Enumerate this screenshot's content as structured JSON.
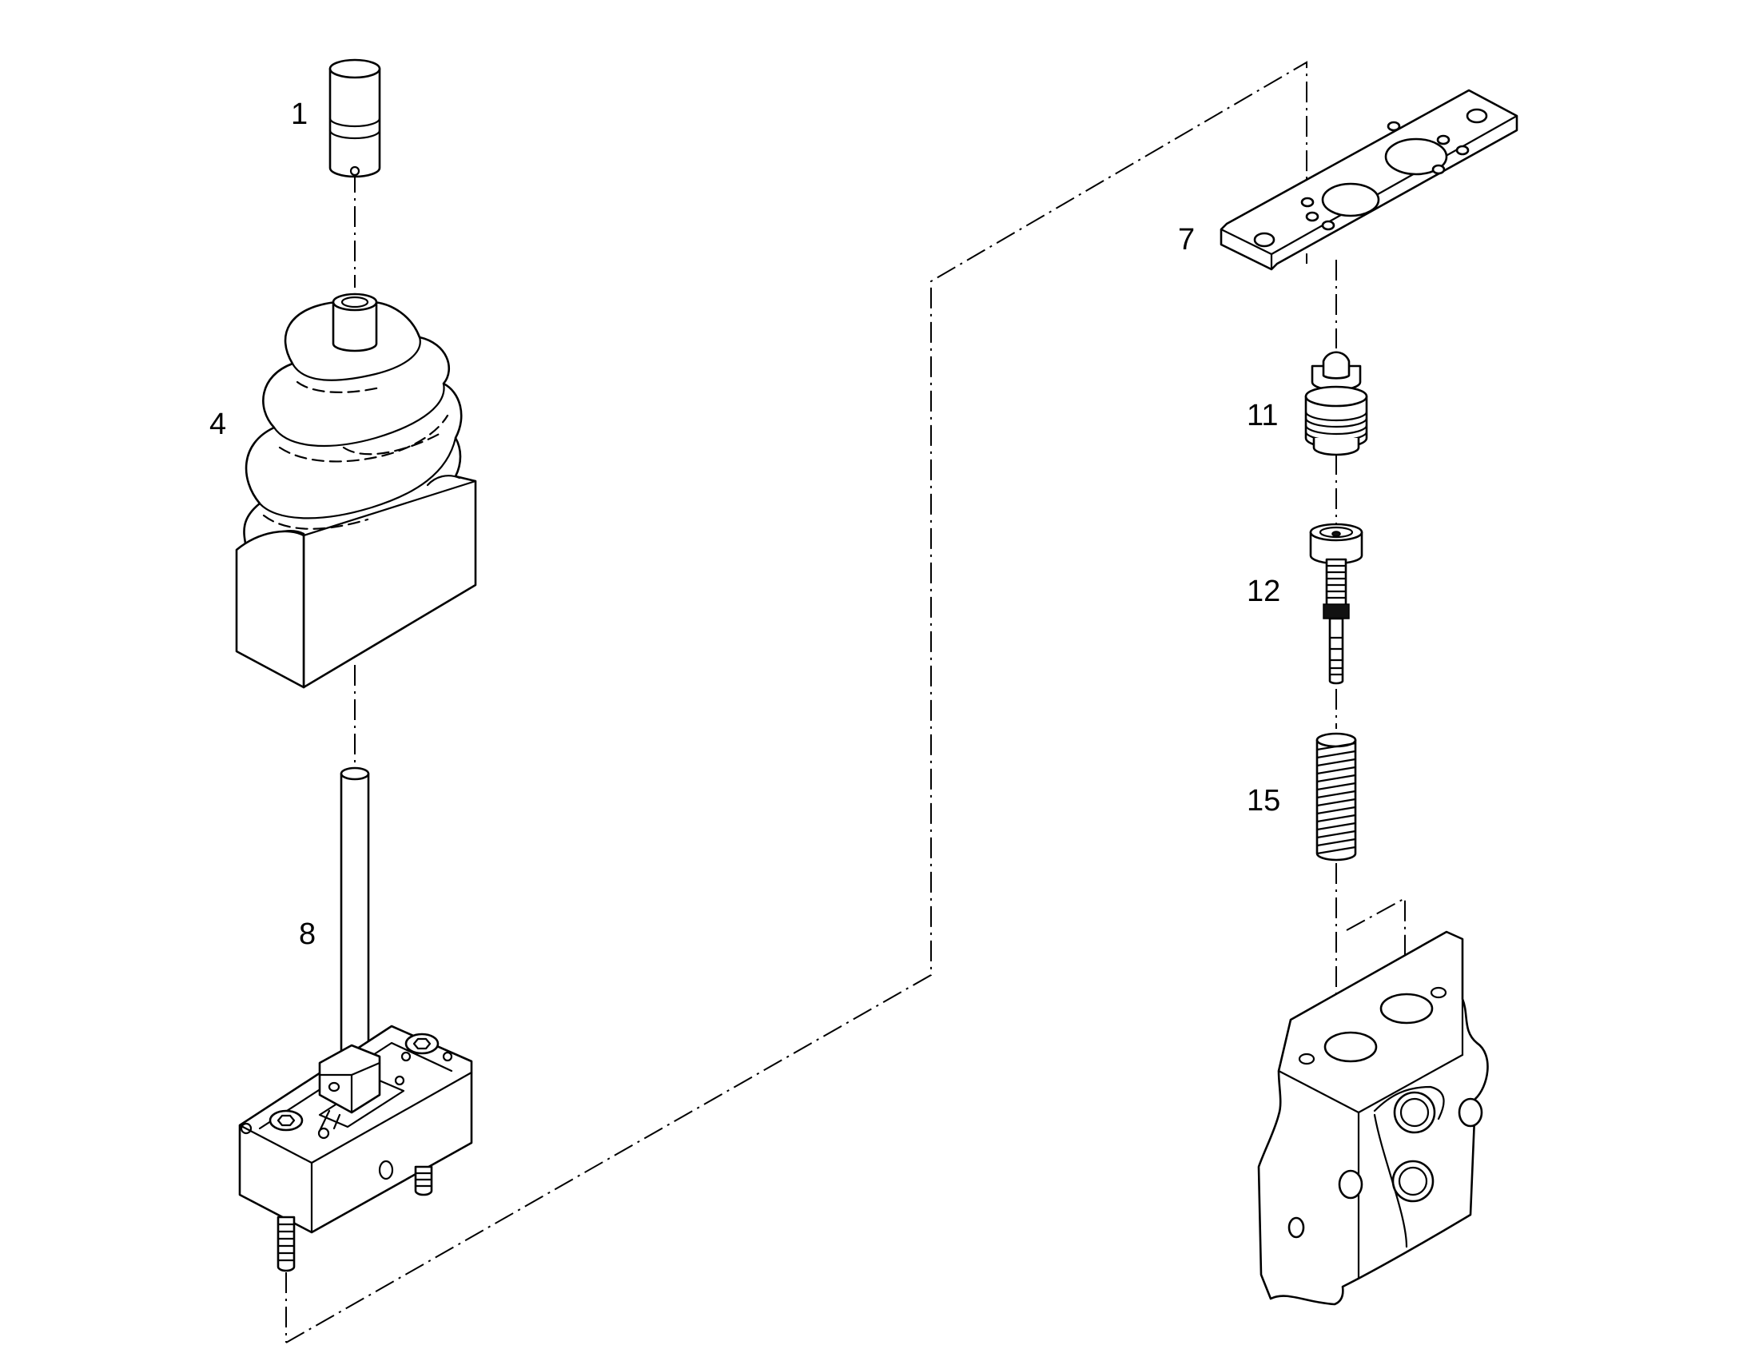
{
  "callouts": [
    {
      "id": "p1",
      "text": "1"
    },
    {
      "id": "p4",
      "text": "4"
    },
    {
      "id": "p8",
      "text": "8"
    },
    {
      "id": "p7",
      "text": "7"
    },
    {
      "id": "p11",
      "text": "11"
    },
    {
      "id": "p12",
      "text": "12"
    },
    {
      "id": "p15",
      "text": "15"
    }
  ],
  "colors": {
    "line": "#000000",
    "background": "#ffffff"
  }
}
